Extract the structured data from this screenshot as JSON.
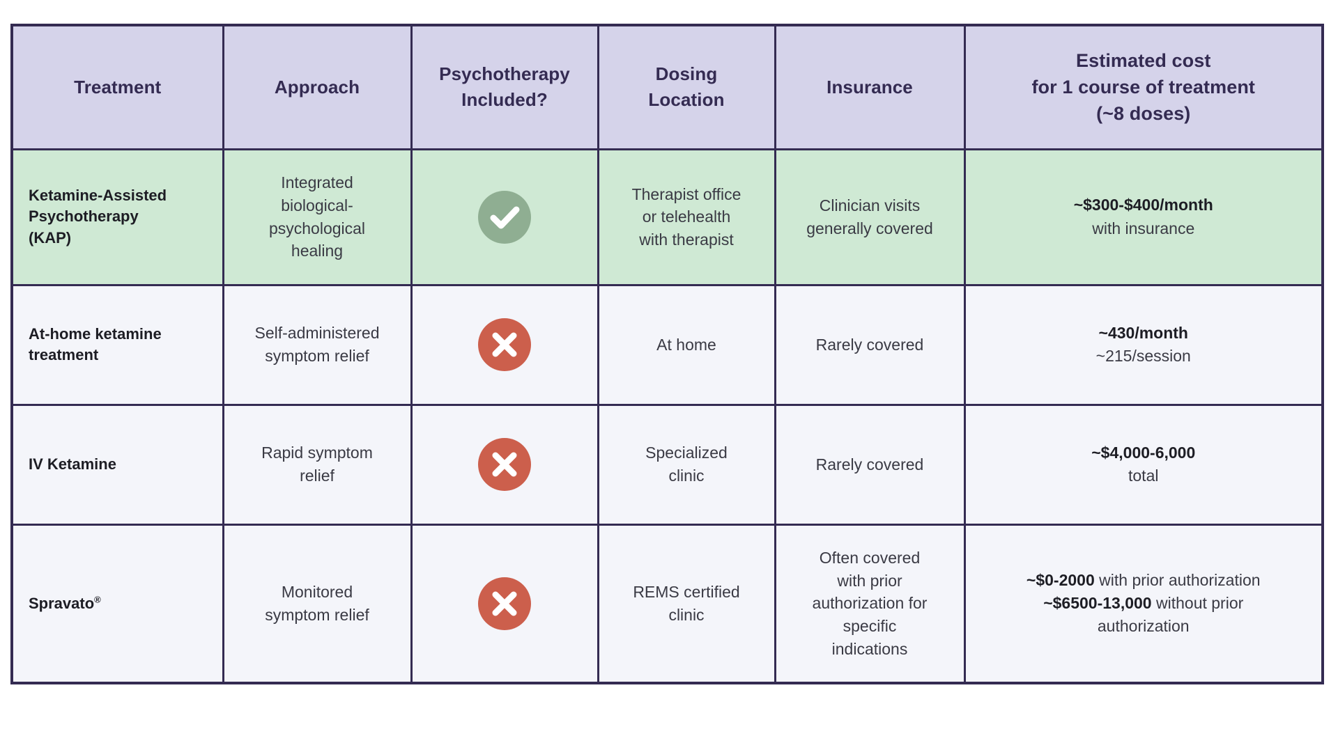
{
  "table": {
    "columns": [
      {
        "key": "treatment",
        "label": "Treatment"
      },
      {
        "key": "approach",
        "label": "Approach"
      },
      {
        "key": "psychotherapy",
        "label": "Psychotherapy\nIncluded?",
        "line1": "Psychotherapy",
        "line2": "Included?"
      },
      {
        "key": "dosing",
        "label": "Dosing\nLocation",
        "line1": "Dosing",
        "line2": "Location"
      },
      {
        "key": "insurance",
        "label": "Insurance"
      },
      {
        "key": "cost",
        "label": "Estimated cost for 1 course of treatment (~8 doses)",
        "line1": "Estimated cost",
        "line2": "for 1 course of treatment",
        "line3": "(~8 doses)"
      }
    ],
    "rows": [
      {
        "highlighted": true,
        "treatment": {
          "line1": "Ketamine-Assisted",
          "line2": "Psychotherapy",
          "line3": "(KAP)"
        },
        "approach": {
          "line1": "Integrated",
          "line2": "biological-",
          "line3": "psychological",
          "line4": "healing"
        },
        "psychotherapy": {
          "value": "yes",
          "icon": "check-circle-icon"
        },
        "dosing": {
          "line1": "Therapist office",
          "line2": "or telehealth",
          "line3": "with therapist"
        },
        "insurance": {
          "line1": "Clinician visits",
          "line2": "generally covered"
        },
        "cost": {
          "primary": "~$300-$400/month",
          "secondary": "with insurance"
        }
      },
      {
        "highlighted": false,
        "treatment": {
          "line1": "At-home ketamine",
          "line2": "treatment",
          "line3": ""
        },
        "approach": {
          "line1": "Self-administered",
          "line2": "symptom relief",
          "line3": "",
          "line4": ""
        },
        "psychotherapy": {
          "value": "no",
          "icon": "cross-circle-icon"
        },
        "dosing": {
          "line1": "At home",
          "line2": "",
          "line3": ""
        },
        "insurance": {
          "line1": "Rarely covered",
          "line2": ""
        },
        "cost": {
          "primary": "~430/month",
          "secondary": "~215/session"
        }
      },
      {
        "highlighted": false,
        "treatment": {
          "line1": "IV Ketamine",
          "line2": "",
          "line3": ""
        },
        "approach": {
          "line1": "Rapid symptom",
          "line2": "relief",
          "line3": "",
          "line4": ""
        },
        "psychotherapy": {
          "value": "no",
          "icon": "cross-circle-icon"
        },
        "dosing": {
          "line1": "Specialized",
          "line2": "clinic",
          "line3": ""
        },
        "insurance": {
          "line1": "Rarely covered",
          "line2": ""
        },
        "cost": {
          "primary": "~$4,000-6,000",
          "secondary": "total"
        }
      },
      {
        "highlighted": false,
        "treatment": {
          "line1": "Spravato",
          "registered": "®",
          "line2": "",
          "line3": ""
        },
        "approach": {
          "line1": "Monitored",
          "line2": "symptom relief",
          "line3": "",
          "line4": ""
        },
        "psychotherapy": {
          "value": "no",
          "icon": "cross-circle-icon"
        },
        "dosing": {
          "line1": "REMS certified",
          "line2": "clinic",
          "line3": ""
        },
        "insurance": {
          "line1": "Often covered",
          "line2": "with prior",
          "line3": "authorization for",
          "line4": "specific",
          "line5": "indications"
        },
        "cost": {
          "line1_bold": "~$0-2000",
          "line1_rest": " with prior authorization",
          "line2_bold": "~$6500-13,000",
          "line2_rest": " without prior",
          "line3": "authorization"
        }
      }
    ]
  },
  "colors": {
    "border": "#342B52",
    "header_background": "#D5D3EA",
    "header_text": "#342B52",
    "row_background": "#F4F5FA",
    "row_highlight_background": "#CFE9D4",
    "check_icon_background": "#8FAE92",
    "cross_icon_background": "#CC5F4C",
    "icon_glyph": "#FFFFFF",
    "body_text": "#3A3A44",
    "emphasis_text": "#1D1D24",
    "page_background": "#FFFFFF"
  }
}
